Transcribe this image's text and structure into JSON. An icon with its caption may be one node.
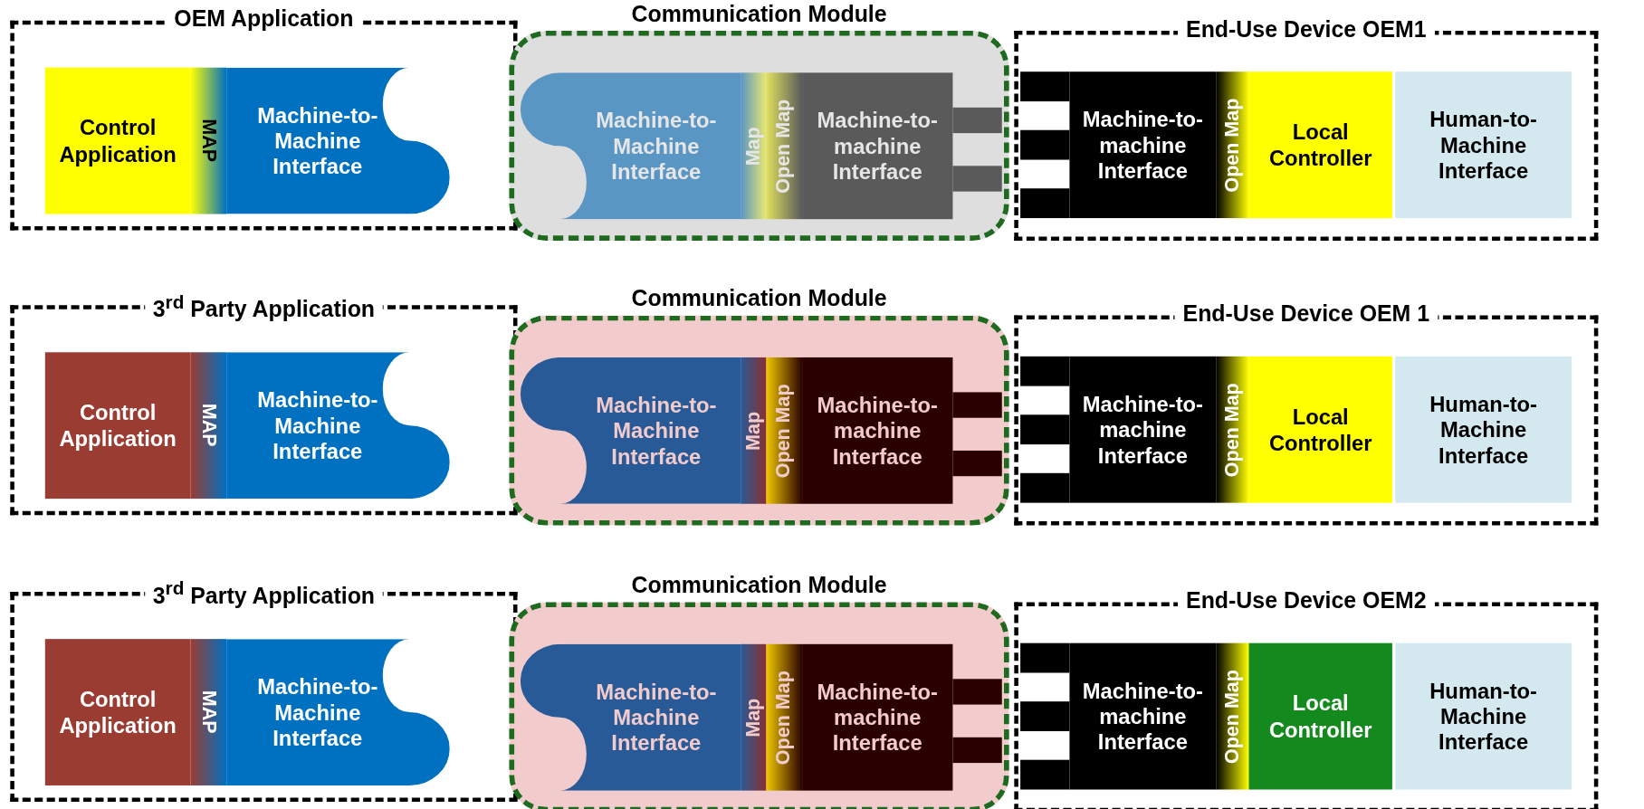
{
  "diagram": {
    "nodes": [
      {
        "text": [
          "OEM Application"
        ]
      },
      {
        "text": [
          "Control Application"
        ],
        "in": 0
      },
      {
        "text": [
          "MAP"
        ],
        "in": 0
      },
      {
        "text": [
          "Machine-to-Machine Interface"
        ],
        "in": 0
      },
      {
        "text": [
          "Communication Module"
        ]
      },
      {
        "text": [
          "Machine-to-Machine Interface"
        ],
        "in": 4
      },
      {
        "text": [
          "Map"
        ],
        "in": 4
      },
      {
        "text": [
          "Open Map"
        ],
        "in": 4
      },
      {
        "text": [
          "Machine-to-machine Interface"
        ],
        "in": 4
      },
      {
        "text": [
          "End-Use Device OEM1"
        ]
      },
      {
        "text": [
          "Machine-to-machine Interface"
        ],
        "in": 9
      },
      {
        "text": [
          "Open Map"
        ],
        "in": 9
      },
      {
        "text": [
          "Local Controller"
        ],
        "in": 9
      },
      {
        "text": [
          "Human-to-Machine Interface"
        ],
        "in": 9
      },
      {
        "text": [
          "3$^{rd}$ Party Application"
        ]
      },
      {
        "text": [
          "Control Application"
        ],
        "in": 14
      },
      {
        "text": [
          "MAP"
        ],
        "in": 14
      },
      {
        "text": [
          "Machine-to-Machine Interface"
        ],
        "in": 14
      },
      {
        "text": [
          "Communication Module"
        ]
      },
      {
        "text": [
          "Machine-to-Machine Interface"
        ],
        "in": 18
      },
      {
        "text": [
          "Map"
        ],
        "in": 18
      },
      {
        "text": [
          "Open Map"
        ],
        "in": 18
      },
      {
        "text": [
          "Machine-to-machine Interface"
        ],
        "in": 18
      },
      {
        "text": [
          "End-Use Device OEM 1"
        ]
      },
      {
        "text": [
          "Machine-to-machine Interface"
        ],
        "in": 23
      },
      {
        "text": [
          "Open Map"
        ],
        "in": 23
      },
      {
        "text": [
          "Local Controller"
        ],
        "in": 23
      },
      {
        "text": [
          "Human-to-Machine Interface"
        ],
        "in": 23
      },
      {
        "text": [
          "3$^{rd}$ Party Application"
        ]
      },
      {
        "text": [
          "Control Application"
        ],
        "in": 28
      },
      {
        "text": [
          "MAP"
        ],
        "in": 28
      },
      {
        "text": [
          "Machine-to-Machine Interface"
        ],
        "in": 28
      },
      {
        "text": [
          "Communication Module"
        ]
      },
      {
        "text": [
          "Machine-to-Machine Interface"
        ],
        "in": 32
      },
      {
        "text": [
          "Map"
        ],
        "in": 32
      },
      {
        "text": [
          "Open Map"
        ],
        "in": 32
      },
      {
        "text": [
          "Machine-to-machine Interface"
        ],
        "in": 32
      },
      {
        "text": [
          "End-Use Device OEM2"
        ]
      },
      {
        "text": [
          "Machine-to-machine Interface"
        ],
        "in": 37
      },
      {
        "text": [
          "Open Map"
        ],
        "in": 37
      },
      {
        "text": [
          "Local Controller"
        ],
        "in": 37
      },
      {
        "text": [
          "Human-to-Machine Interface"
        ],
        "in": 37
      }
    ]
  }
}
